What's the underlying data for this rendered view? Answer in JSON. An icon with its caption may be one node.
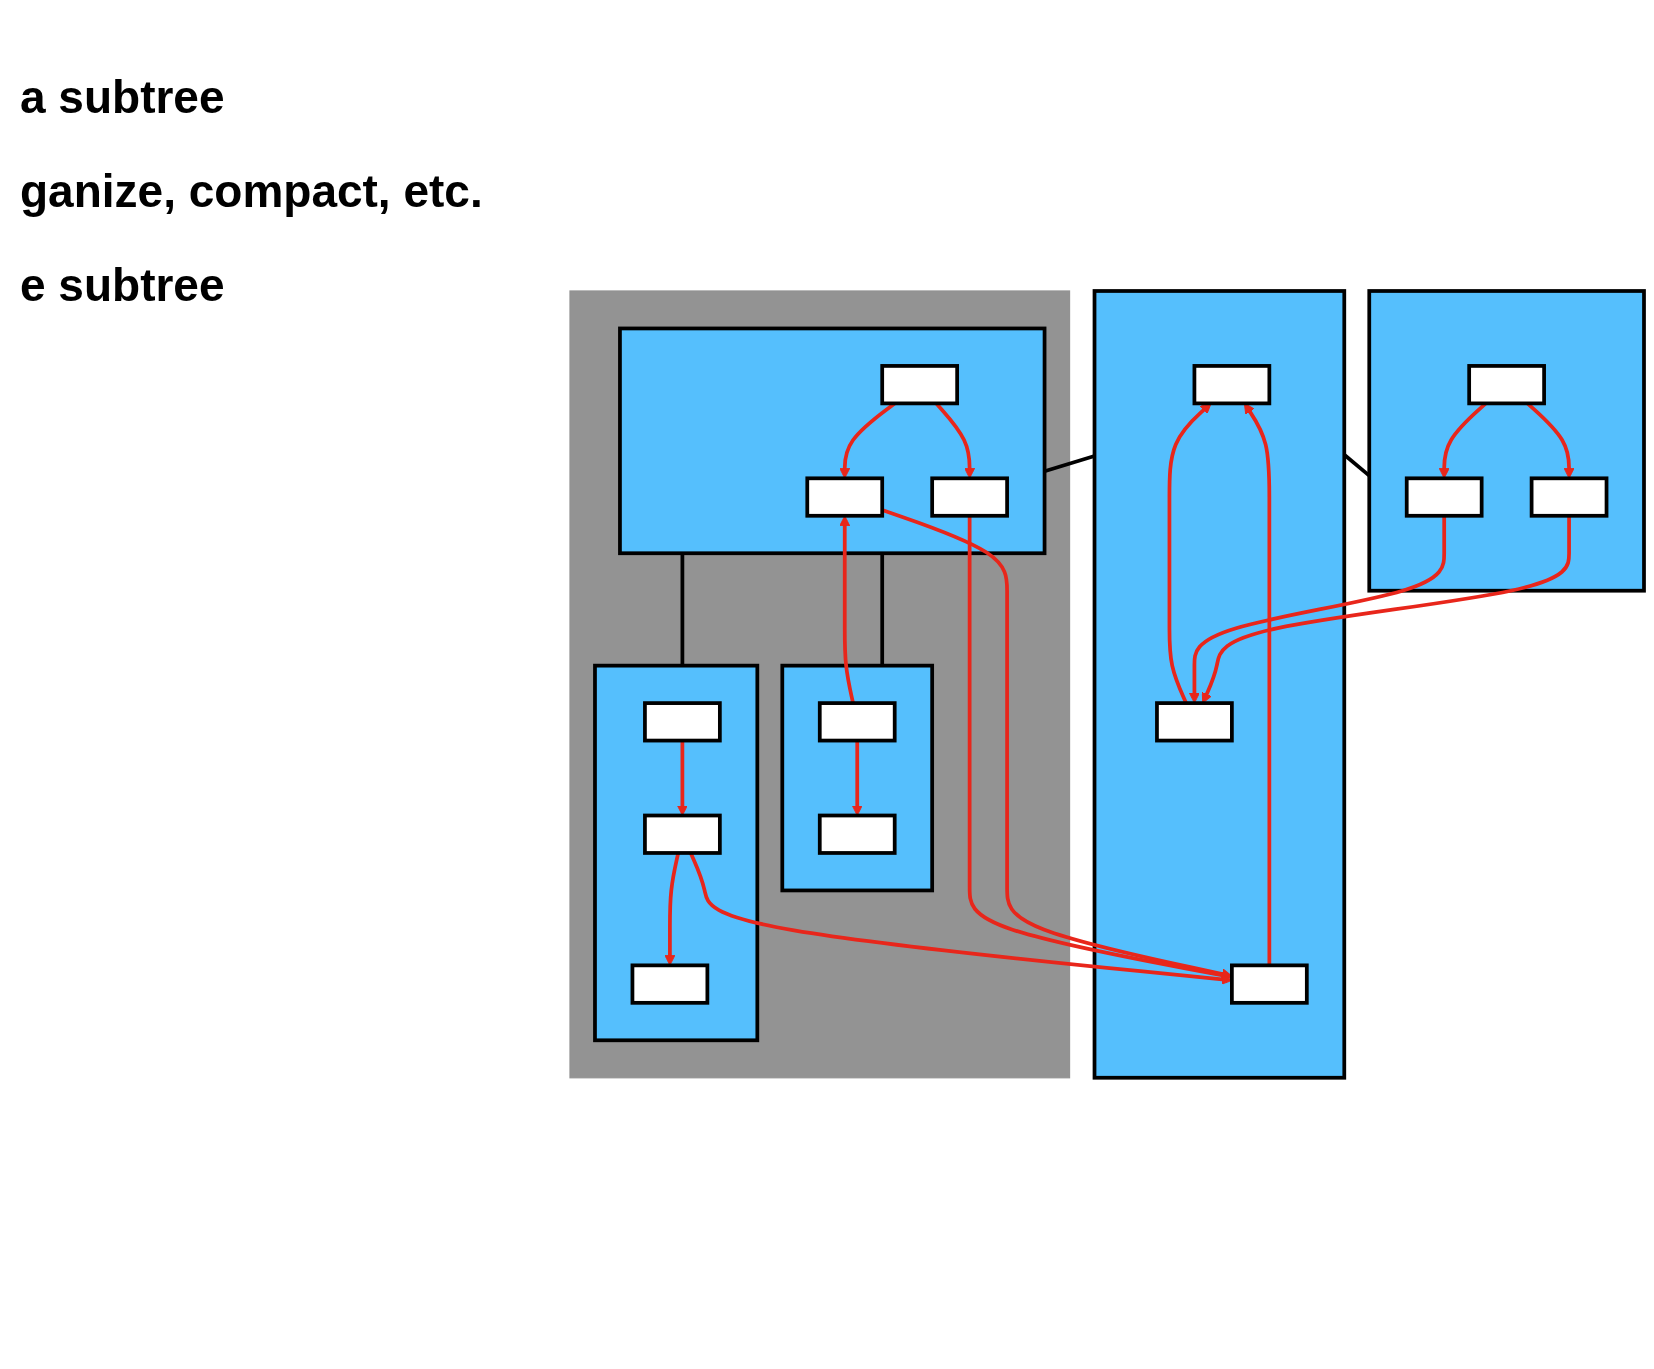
{
  "diagram": {
    "nodes": [
      {
        "text": [],
        "shape": "box"
      },
      {
        "text": [],
        "shape": "box",
        "in": 0
      },
      {
        "text": [],
        "shape": "box",
        "in": 0
      },
      {
        "text": [],
        "shape": "box",
        "in": 0
      },
      {
        "text": [],
        "shape": "blob"
      },
      {
        "text": [],
        "shape": "box",
        "in": 4
      },
      {
        "text": [],
        "shape": "box",
        "in": 5
      },
      {
        "text": [],
        "shape": "box",
        "in": 5
      },
      {
        "text": [],
        "shape": "box",
        "in": 5
      },
      {
        "text": [],
        "shape": "box"
      },
      {
        "text": [],
        "shape": "box",
        "in": 9
      },
      {
        "text": [],
        "shape": "box",
        "in": 9
      },
      {
        "text": [],
        "shape": "box",
        "in": 9
      },
      {
        "text": [],
        "shape": "box",
        "in": 4
      },
      {
        "text": [],
        "shape": "box",
        "in": 13
      },
      {
        "text": [],
        "shape": "box",
        "in": 13
      },
      {
        "text": [],
        "shape": "box",
        "in": 4
      },
      {
        "text": [],
        "shape": "box",
        "in": 16
      },
      {
        "text": [],
        "shape": "box",
        "in": 16
      },
      {
        "text": [],
        "shape": "box",
        "in": 16
      }
    ],
    "edges": [
      {
        "from": 0,
        "to": 5,
        "arrow": "none",
        "color": "#000000"
      },
      {
        "from": 0,
        "to": 9,
        "arrow": "none",
        "color": "#000000"
      },
      {
        "from": 5,
        "to": 13,
        "arrow": "none",
        "color": "#000000"
      },
      {
        "from": 5,
        "to": 16,
        "arrow": "none",
        "color": "#000000"
      },
      {
        "from": 2,
        "to": 1,
        "arrow": "to"
      },
      {
        "from": 3,
        "to": 1,
        "arrow": "to"
      },
      {
        "from": 6,
        "to": 2,
        "arrow": "to"
      },
      {
        "from": 8,
        "to": 2,
        "arrow": "to"
      },
      {
        "from": 18,
        "to": 2,
        "arrow": "to"
      },
      {
        "from": 14,
        "to": 6,
        "arrow": "to"
      },
      {
        "from": 7,
        "to": 6,
        "arrow": "to"
      },
      {
        "from": 7,
        "to": 8,
        "arrow": "to"
      },
      {
        "from": 14,
        "to": 15,
        "arrow": "to"
      },
      {
        "from": 17,
        "to": 18,
        "arrow": "to"
      },
      {
        "from": 18,
        "to": 19,
        "arrow": "to"
      },
      {
        "from": 10,
        "to": 3,
        "arrow": "to"
      },
      {
        "from": 11,
        "to": 3,
        "arrow": "to"
      },
      {
        "from": 12,
        "to": 10,
        "arrow": "to"
      },
      {
        "from": 12,
        "to": 11,
        "arrow": "to"
      }
    ],
    "labels": [
      "a subtree",
      "ganize, compact, etc.",
      "e subtree"
    ]
  }
}
